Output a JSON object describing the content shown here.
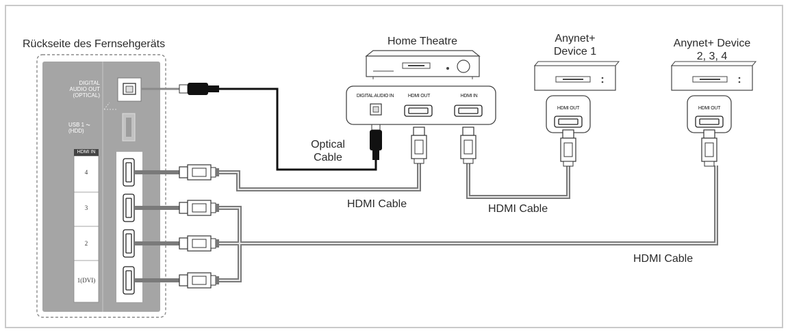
{
  "tv_back_label": "Rückseite des Fernsehgeräts",
  "panel": {
    "digital_audio_out": "DIGITAL AUDIO OUT (OPTICAL)",
    "usb": "USB 1 ⏦ (HDD)",
    "hdmi_in": "HDMI IN",
    "ports": [
      "4",
      "3",
      "2",
      "1(DVI)"
    ]
  },
  "home_theatre": {
    "label": "Home Theatre",
    "port_digital_audio_in": "DIGITAL AUDIO IN",
    "port_hdmi_out": "HDMI OUT",
    "port_hdmi_in": "HDMI IN"
  },
  "anynet_device_1": {
    "label_line1": "Anynet+",
    "label_line2": "Device 1",
    "port": "HDMI OUT"
  },
  "anynet_device_234": {
    "label_line1": "Anynet+ Device",
    "label_line2": "2, 3, 4",
    "port": "HDMI OUT"
  },
  "cables": {
    "optical_line1": "Optical",
    "optical_line2": "Cable",
    "hdmi_1": "HDMI Cable",
    "hdmi_2": "HDMI Cable",
    "hdmi_3": "HDMI Cable"
  }
}
